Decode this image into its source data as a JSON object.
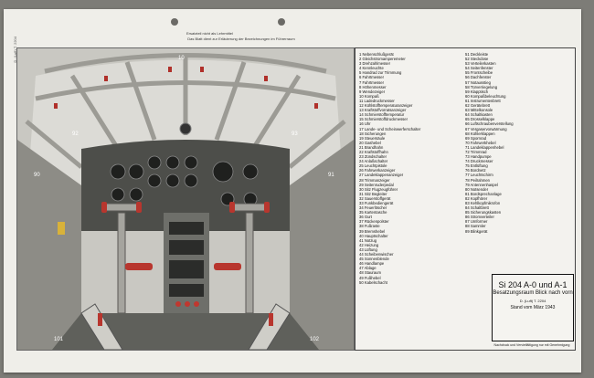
{
  "caption": "Ersatzteil nicht als Lehrmittel",
  "subcaption": "Das Blatt dient zur Erläuterung der Bezeichnungen im Führerraum",
  "spine_text": "D. (Luft) T. 2204",
  "figure_labels": {
    "n1": "10",
    "n2": "90",
    "n3": "91",
    "n4": "92",
    "n5": "93",
    "n6": "101",
    "n7": "102"
  },
  "legend_left": [
    "1 Nebenschlußgerät",
    "2 Gleichstromamperemeter",
    "3 Drehzahlmesser",
    "4 Kennleuchte",
    "5 Handrad zur Trimmung",
    "6 Fahrtmesser",
    "7 Fahrtmesser",
    "8 Höhenmesser",
    "9 Wendezeiger",
    "10 Kompaß",
    "11 Ladedruckmesser",
    "12 Kühlstofftemperaturanzeiger",
    "13 Kraftstoffvorratsanzeiger",
    "14 Schmierstofftemperatur",
    "15 Schmierstoffdruckmesser",
    "16 Uhr",
    "17 Lande- und Scheinwerferschalter",
    "18 Sicherungen",
    "19 Steuersäule",
    "20 Gashebel",
    "21 Brandhahn",
    "22 Kraftstoffhahn",
    "23 Zündschalter",
    "24 Anlaßschalter",
    "25 Leuchtpistole",
    "26 Fahrwerkanzeiger",
    "27 Landeklappenanzeiger",
    "28 Trimmanzeiger",
    "29 Seitenruderpedal",
    "30 Sitz Flugzeugführer",
    "31 Sitz Begleiter",
    "32 Sauerstoffgerät",
    "33 Funkbediengerät",
    "34 Feuerlöscher",
    "35 Kartentasche",
    "36 Gurt",
    "37 Rückenpolster",
    "38 Fußraste",
    "39 Bremshebel",
    "40 Hauptschalter",
    "41 Notzug",
    "42 Heizung",
    "43 Lüftung",
    "44 Scheibenwischer",
    "45 Sonnenblende",
    "46 Handlampe",
    "47 Ablage",
    "48 Stauraum",
    "49 Fußhebel",
    "50 Kabelschacht"
  ],
  "legend_right": [
    "51 Deckleiste",
    "52 Steckdose",
    "53 Verteilerkasten",
    "54 Seitenfenster",
    "55 Frontscheibe",
    "56 Dachfenster",
    "57 Notausstieg",
    "58 Türverriegelung",
    "59 Klapptisch",
    "60 Kompaßbeleuchtung",
    "61 Instrumentenbrett",
    "62 Gerätebrett",
    "63 Mittelkonsole",
    "64 Schaltkasten",
    "65 Drosselklappe",
    "66 Luftschraubenverstellung",
    "67 Vergaservorwärmung",
    "68 Kühlerklappen",
    "69 Spornrad",
    "70 Fahrwerkhebel",
    "71 Landeklappenhebel",
    "72 Trimmrad",
    "73 Handpumpe",
    "74 Druckmesser",
    "75 Entlüftung",
    "76 Bordnetz",
    "77 Leuchtschirm",
    "78 Peilrahmen",
    "79 Antennenhaspel",
    "80 Notsender",
    "81 Bordsprechanlage",
    "82 Kopfhörer",
    "83 Kehlkopfmikrofon",
    "84 Schaltbrett",
    "85 Sicherungskasten",
    "86 Stromverteiler",
    "87 Umformer",
    "88 Sammler",
    "89 Blinkgerät"
  ],
  "stamp": {
    "title": "Si 204 A-0 und A-1",
    "subtitle": "Besatzungsraum Blick nach vorn",
    "code": "D. (Luft) T. 2204",
    "date": "Stand vom März 1943"
  },
  "footnote": "Nachdruck und Vervielfältigung nur mit Genehmigung"
}
